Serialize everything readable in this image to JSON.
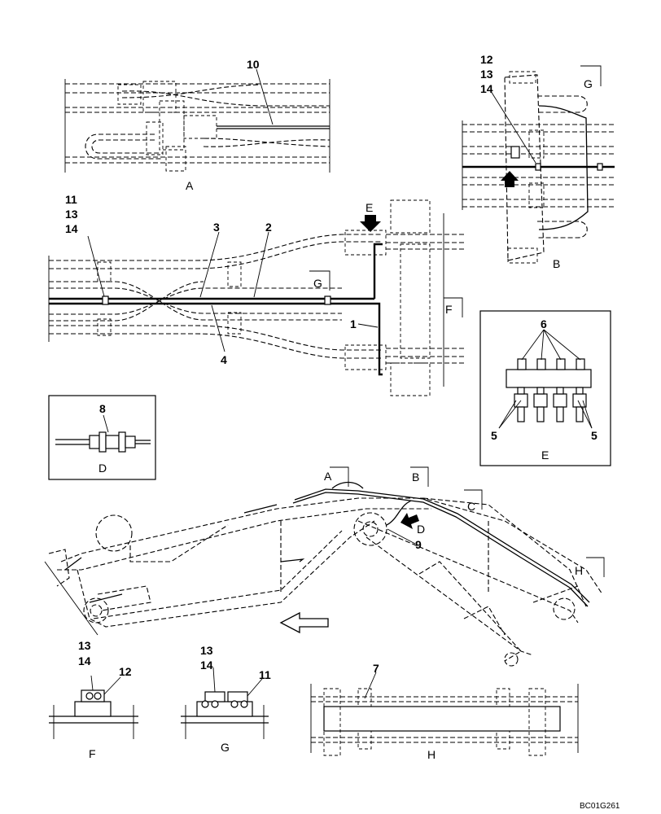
{
  "drawing_code": "BC01G261",
  "callouts": {
    "c1": "1",
    "c2": "2",
    "c3": "3",
    "c4": "4",
    "c5a": "5",
    "c5b": "5",
    "c6": "6",
    "c7": "7",
    "c8": "8",
    "c9": "9",
    "c10": "10",
    "c11_stack": [
      "11",
      "13",
      "14"
    ],
    "c12_stack_b": [
      "12",
      "13",
      "14"
    ],
    "c11_g": "11",
    "c12_f": "12",
    "c13_f": "13",
    "c14_f": "14",
    "c13_g": "13",
    "c14_g": "14"
  },
  "view_letters": {
    "A": "A",
    "B": "B",
    "C": "C",
    "D": "D",
    "E": "E",
    "F": "F",
    "G": "G",
    "H": "H"
  }
}
